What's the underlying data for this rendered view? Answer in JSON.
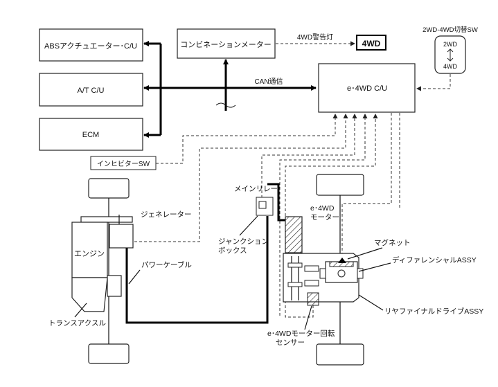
{
  "blocks": {
    "abs": "ABSアクチュエーター･C/U",
    "at": "A/T C/U",
    "ecm": "ECM",
    "combi": "コンビネーションメーター",
    "e4wd_cu": "e･4WD C/U",
    "indicator": "4WD",
    "inhibitor": "インヒビターSW"
  },
  "switch": {
    "title": "2WD-4WD切替SW",
    "pos_2wd": "2WD",
    "pos_4wd": "4WD"
  },
  "signals": {
    "warning_lamp": "4WD警告灯",
    "can": "CAN通信"
  },
  "components": {
    "main_relay": "メインリレー",
    "generator": "ジェネレーター",
    "junction_box_1": "ジャンクション",
    "junction_box_2": "ボックス",
    "engine": "エンジン",
    "power_cable": "パワーケーブル",
    "transaxle": "トランスアクスル",
    "motor_1": "e･4WD",
    "motor_2": "モーター",
    "magnet": "マグネット",
    "differential": "ディファレンシャルASSY",
    "rear_final_drive": "リヤファイナルドライブASSY",
    "rotation_sensor_1": "e･4WDモーター回転",
    "rotation_sensor_2": "センサー"
  }
}
